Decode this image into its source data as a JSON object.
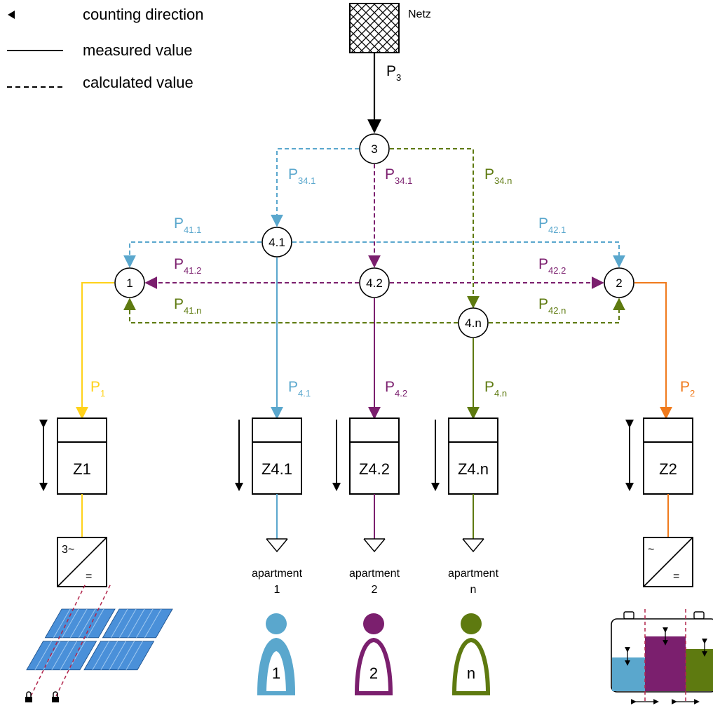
{
  "legend": {
    "counting_direction": "counting direction",
    "measured_value": "measured value",
    "calculated_value": "calculated value"
  },
  "grid": {
    "label": "Netz",
    "power_label": "P",
    "power_sub": "3"
  },
  "nodes": {
    "n3": "3",
    "n41": "4.1",
    "n42": "4.2",
    "n4n": "4.n",
    "n1": "1",
    "n2": "2"
  },
  "flows": {
    "p341_left": {
      "main": "P",
      "sub": "34.1"
    },
    "p341_mid": {
      "main": "P",
      "sub": "34.1"
    },
    "p34n": {
      "main": "P",
      "sub": "34.n"
    },
    "p411": {
      "main": "P",
      "sub": "41.1"
    },
    "p412": {
      "main": "P",
      "sub": "41.2"
    },
    "p41n": {
      "main": "P",
      "sub": "41.n"
    },
    "p421": {
      "main": "P",
      "sub": "42.1"
    },
    "p422": {
      "main": "P",
      "sub": "42.2"
    },
    "p42n": {
      "main": "P",
      "sub": "42.n"
    },
    "p1": {
      "main": "P",
      "sub": "1"
    },
    "p41": {
      "main": "P",
      "sub": "4.1"
    },
    "p42": {
      "main": "P",
      "sub": "4.2"
    },
    "p4n": {
      "main": "P",
      "sub": "4.n"
    },
    "p2": {
      "main": "P",
      "sub": "2"
    }
  },
  "meters": {
    "z1": "Z1",
    "z41": "Z4.1",
    "z42": "Z4.2",
    "z4n": "Z4.n",
    "z2": "Z2"
  },
  "apartments": [
    {
      "line1": "apartment",
      "line2": "1",
      "person": "1"
    },
    {
      "line1": "apartment",
      "line2": "2",
      "person": "2"
    },
    {
      "line1": "apartment",
      "line2": "n",
      "person": "n"
    }
  ],
  "inverters": {
    "pv_ac": "3~",
    "pv_dc": "=",
    "batt_ac": "~",
    "batt_dc": "="
  },
  "colors": {
    "yellow": "#FFD21A",
    "blue": "#5AA7CD",
    "purple": "#7B1F6E",
    "green": "#5E7A10",
    "orange": "#F07A1C",
    "black": "#000000",
    "panel": "#4A90D9"
  }
}
